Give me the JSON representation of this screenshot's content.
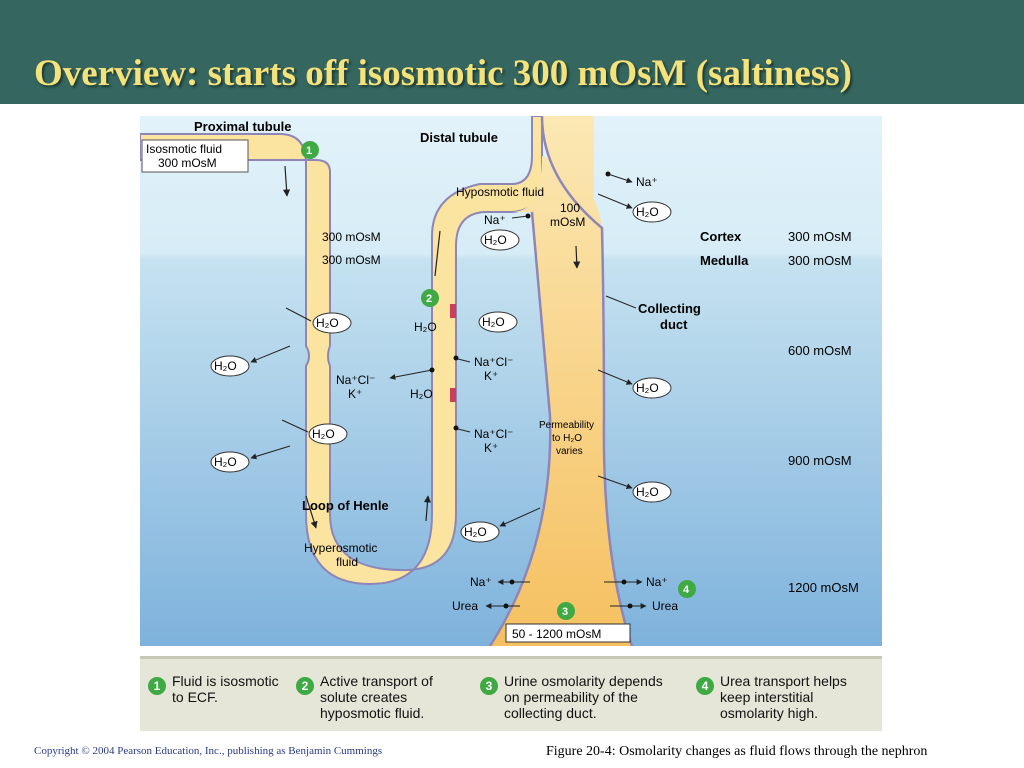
{
  "title": "Overview: starts off isosmotic 300 mOsM (saltiness)",
  "diagram": {
    "proximal_tubule": "Proximal tubule",
    "iso_fluid_1": "Isosmotic fluid",
    "iso_fluid_2": "300 mOsM",
    "distal_tubule": "Distal tubule",
    "hypo_fluid": "Hyposmotic fluid",
    "hypo_value_1": "100",
    "hypo_value_2": "mOsM",
    "loop_of_henle": "Loop of Henle",
    "hyper_fluid_1": "Hyperosmotic",
    "hyper_fluid_2": "fluid",
    "collecting_duct_1": "Collecting",
    "collecting_duct_2": "duct",
    "permeability_1": "Permeability",
    "permeability_2": "to H₂O",
    "permeability_3": "varies",
    "cortex": "Cortex",
    "medulla": "Medulla",
    "inner_300_a": "300 mOsM",
    "inner_300_b": "300 mOsM",
    "cortex_value": "300 mOsM",
    "medulla_value": "300 mOsM",
    "value_600": "600 mOsM",
    "value_900": "900 mOsM",
    "value_1200": "1200 mOsM",
    "urine_range": "50 - 1200 mOsM",
    "h2o": "H₂O",
    "na": "Na⁺",
    "nakcl_1": "Na⁺Cl⁻",
    "nakcl_2": "K⁺",
    "urea": "Urea",
    "step_1": "1",
    "step_2": "2",
    "step_3": "3",
    "step_4": "4"
  },
  "legend": [
    {
      "num": "1",
      "line1": "Fluid is isosmotic",
      "line2": "to ECF.",
      "line3": ""
    },
    {
      "num": "2",
      "line1": "Active transport of",
      "line2": "solute creates",
      "line3": "hyposmotic fluid."
    },
    {
      "num": "3",
      "line1": "Urine osmolarity depends",
      "line2": "on permeability of the",
      "line3": "collecting duct."
    },
    {
      "num": "4",
      "line1": "Urea transport helps",
      "line2": "keep interstitial",
      "line3": "osmolarity high."
    }
  ],
  "copyright": "Copyright © 2004 Pearson Education, Inc., publishing as Benjamin Cummings",
  "caption": "Figure 20-4: Osmolarity changes as fluid flows through the nephron",
  "colors": {
    "header": "#35665f",
    "title": "#f5e27a",
    "tubule_fill": "#fbe3a0",
    "duct_fill": "#f6c86a",
    "tubule_outline": "#8f86b8",
    "badge": "#3faa43"
  }
}
